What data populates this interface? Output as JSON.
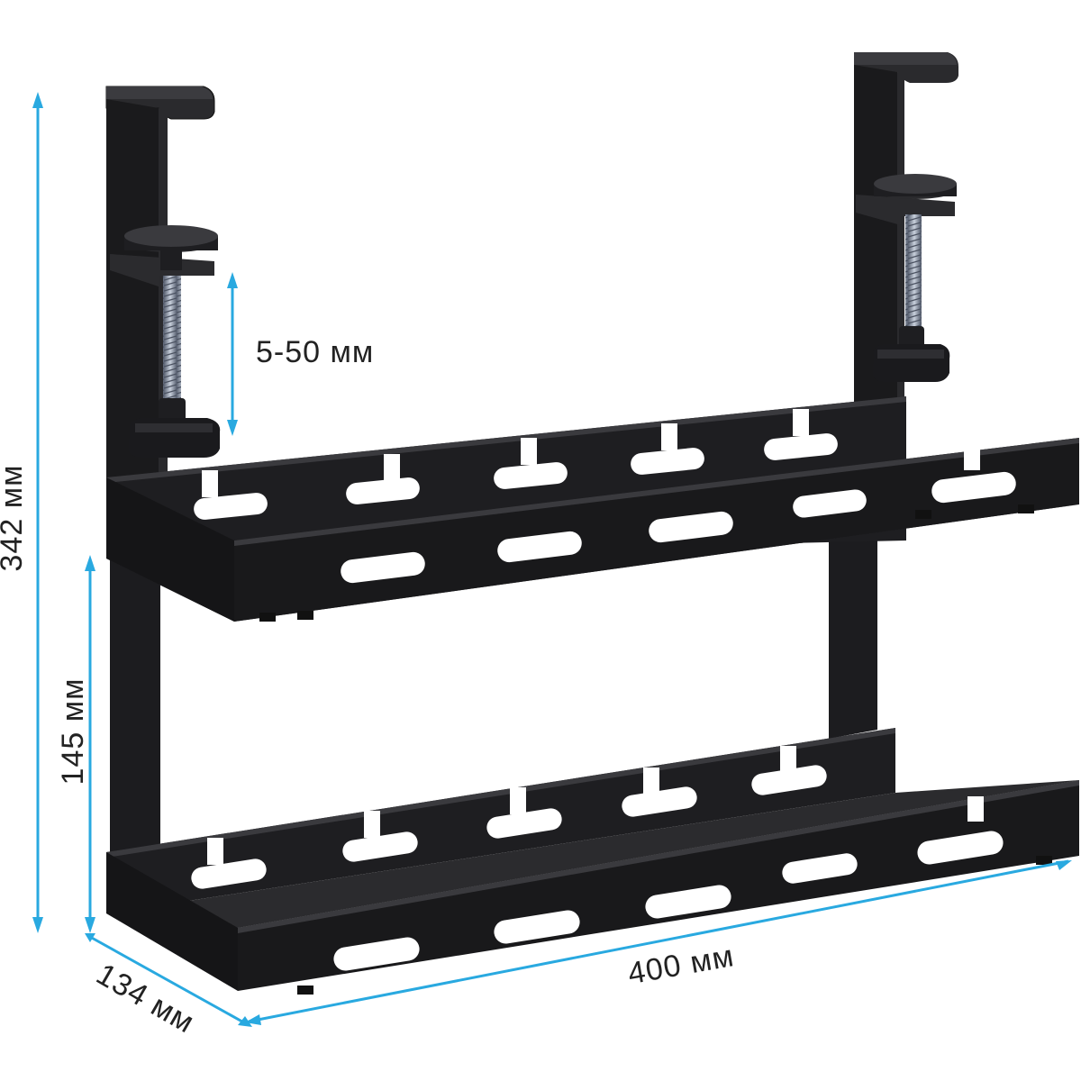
{
  "dimensions": {
    "total_height": "342 мм",
    "shelf_spacing": "145 мм",
    "clamp_range": "5-50 мм",
    "depth": "134 мм",
    "width": "400 мм"
  },
  "colors": {
    "dimension_line": "#29a9e0",
    "metal": "#1c1c1e",
    "metal_edge": "#3a3a3d",
    "metal_light": "#2c2c2f",
    "screw": "#8c96a8",
    "background": "#ffffff"
  }
}
